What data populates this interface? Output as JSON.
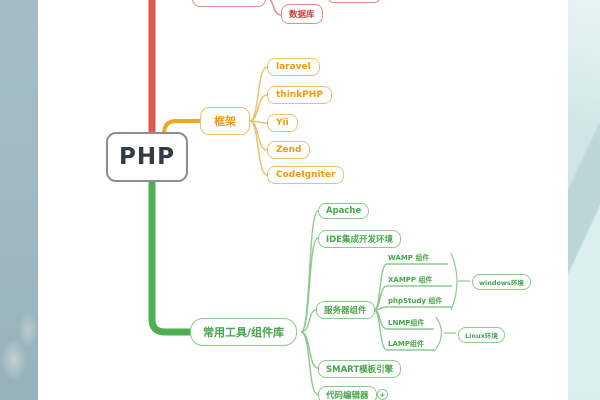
{
  "colors": {
    "red": "#e25a4f",
    "red_soft": "#df9089",
    "red_text": "#c9463e",
    "orange": "#f2a52b",
    "orange_soft": "#eec06e",
    "orange_text": "#f0990f",
    "green": "#4fae53",
    "green_soft": "#8bcb8d",
    "green_text": "#47a54b",
    "root_border": "#878f96",
    "root_text": "#343b42"
  },
  "mindmap": {
    "root": "PHP",
    "top_branch": {
      "children": [
        "数据库"
      ]
    },
    "framework": {
      "label": "框架",
      "children": [
        "laravel",
        "thinkPHP",
        "Yii",
        "Zend",
        "CodeIgniter"
      ]
    },
    "tools": {
      "label": "常用工具/组件库",
      "children": [
        "Apache",
        "IDE集成开发环境",
        "服务器组件",
        "SMART模板引擎",
        "代码编辑器"
      ],
      "server_components": [
        "WAMP 组件",
        "XAMPP 组件",
        "phpStudy 组件",
        "LNMP组件",
        "LAMP组件"
      ],
      "summaries": [
        "windows环境",
        "Linux环境"
      ],
      "collapse_indicator": "+"
    }
  }
}
